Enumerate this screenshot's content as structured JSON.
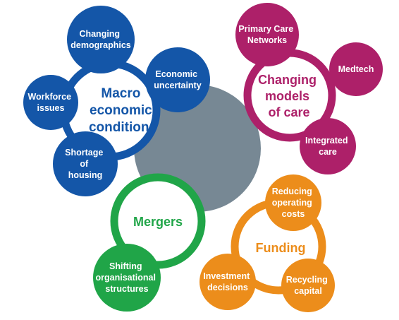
{
  "colors": {
    "center": "#778894",
    "macro": "#1456a8",
    "care": "#ad2069",
    "mergers": "#20a548",
    "funding": "#ec8d1b",
    "hub_fill": "#ffffff",
    "satellite_text": "#ffffff"
  },
  "clusters": {
    "macro": {
      "title": [
        "Macro",
        "economic",
        "conditions"
      ],
      "items": {
        "changing_demographics": [
          "Changing",
          "demographics"
        ],
        "economic_uncertainty": [
          "Economic",
          "uncertainty"
        ],
        "workforce_issues": [
          "Workforce",
          "issues"
        ],
        "shortage_of_housing": [
          "Shortage",
          "of",
          "housing"
        ]
      }
    },
    "care": {
      "title": [
        "Changing",
        "models",
        "of care"
      ],
      "items": {
        "primary_care_networks": [
          "Primary Care",
          "Networks"
        ],
        "medtech": [
          "Medtech"
        ],
        "integrated_care": [
          "Integrated",
          "care"
        ]
      }
    },
    "mergers": {
      "title": [
        "Mergers"
      ],
      "items": {
        "shifting_structures": [
          "Shifting",
          "organisational",
          "structures"
        ]
      }
    },
    "funding": {
      "title": [
        "Funding"
      ],
      "items": {
        "reducing_operating_costs": [
          "Reducing",
          "operating",
          "costs"
        ],
        "investment_decisions": [
          "Investment",
          "decisions"
        ],
        "recycling_capital": [
          "Recycling",
          "capital"
        ]
      }
    }
  }
}
